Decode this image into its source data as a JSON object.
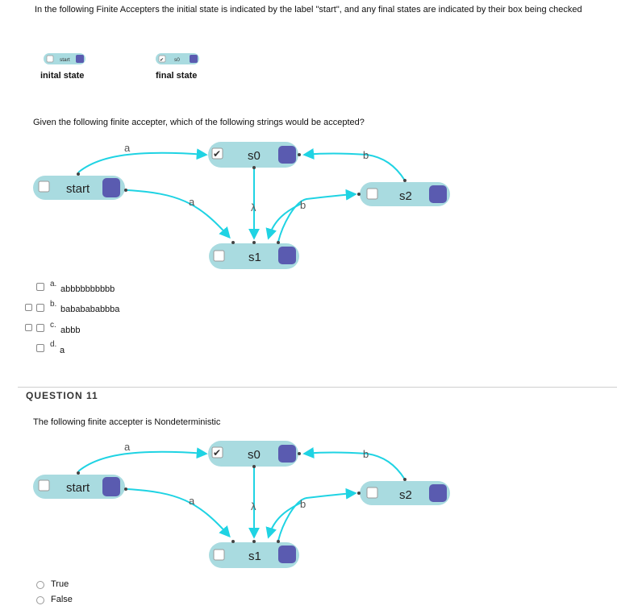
{
  "intro": "In the following Finite Accepters the initial state is indicated by the label \"start\", and any final states are indicated by their box being checked",
  "legend": {
    "initial_chip": "start",
    "initial_label": "inital state",
    "final_chip": "s0",
    "final_label": "final state",
    "check_mark": "✔"
  },
  "question10": {
    "prompt": "Given the following finite accepter, which of the following strings would be accepted?",
    "options": [
      {
        "letter": "a.",
        "text": "abbbbbbbbbb"
      },
      {
        "letter": "b.",
        "text": "bababababbba"
      },
      {
        "letter": "c.",
        "text": "abbb"
      },
      {
        "letter": "d.",
        "text": "a"
      }
    ]
  },
  "question11": {
    "header": "QUESTION 11",
    "prompt": "The following finite accepter is Nondeterministic",
    "options": [
      "True",
      "False"
    ]
  },
  "automaton": {
    "states": {
      "start": "start",
      "s0": "s0",
      "s1": "s1",
      "s2": "s2"
    },
    "edges": {
      "start_s0": "a",
      "start_s1": "a",
      "s0_s1": "λ",
      "s2_s1": "b",
      "s1_s2": "b",
      "s2_s0": "b"
    },
    "check_mark": "✔"
  },
  "colors": {
    "node": "#a9dbe0",
    "arrow": "#1fd3e3",
    "accent": "#5a5bb0"
  }
}
